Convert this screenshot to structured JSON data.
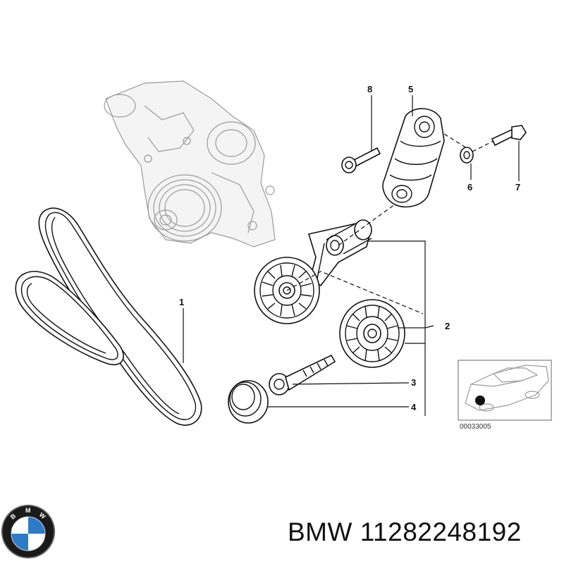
{
  "callouts": {
    "c1": "1",
    "c2": "2",
    "c3": "3",
    "c4": "4",
    "c5": "5",
    "c6": "6",
    "c7": "7",
    "c8": "8"
  },
  "thumbnail": {
    "code": "00033005"
  },
  "logo": {
    "text": "BMW",
    "colors": {
      "blue": "#2d7bc6",
      "white": "#ffffff",
      "ring": "#1a1a1a"
    }
  },
  "footer": {
    "part_number": "BMW 11282248192"
  }
}
